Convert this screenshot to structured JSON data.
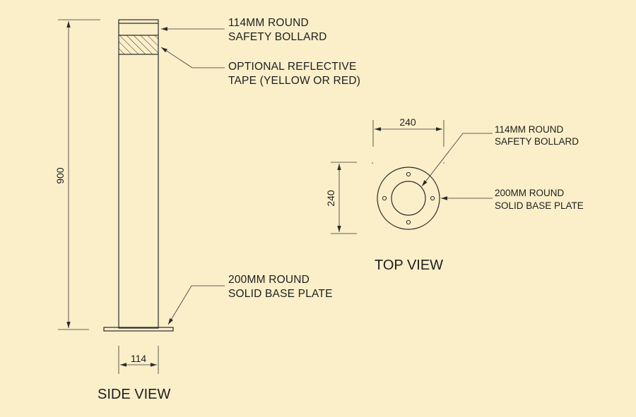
{
  "side_view": {
    "title": "SIDE VIEW",
    "height_dimension": "900",
    "width_dimension": "114",
    "callout_bollard": [
      "114MM ROUND",
      "SAFETY BOLLARD"
    ],
    "callout_tape": [
      "OPTIONAL REFLECTIVE",
      "TAPE (YELLOW OR RED)"
    ],
    "callout_base": [
      "200MM ROUND",
      "SOLID BASE PLATE"
    ]
  },
  "top_view": {
    "title": "TOP VIEW",
    "width_dimension": "240",
    "height_dimension": "240",
    "callout_bollard": [
      "114MM ROUND",
      "SAFETY BOLLARD"
    ],
    "callout_base": [
      "200MM ROUND",
      "SOLID BASE PLATE"
    ]
  },
  "colors": {
    "background": "#faefc9",
    "line": "#2b2b2b"
  }
}
